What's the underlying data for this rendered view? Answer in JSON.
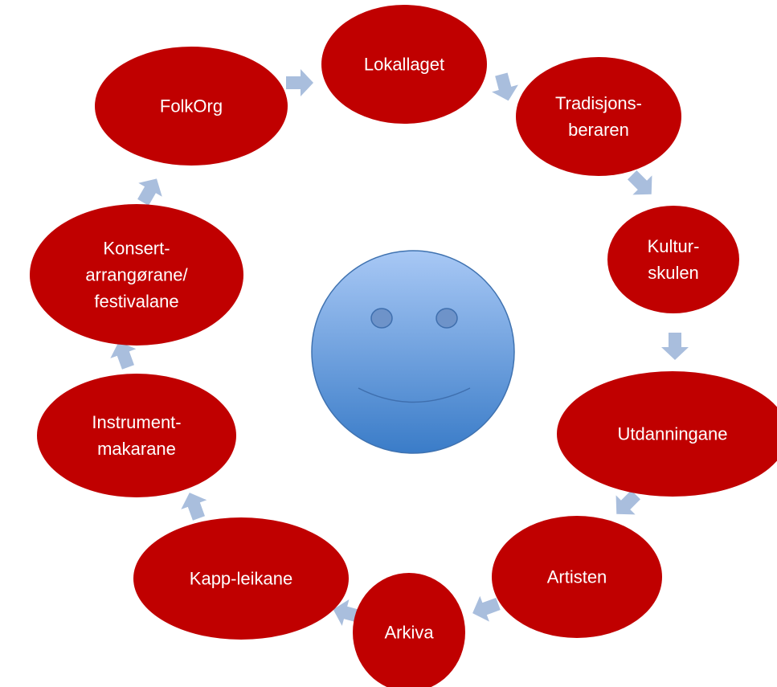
{
  "diagram": {
    "type": "cycle",
    "nodes": [
      {
        "id": "lokallaget",
        "lines": [
          "Lokallaget"
        ]
      },
      {
        "id": "tradisjonsberaren",
        "lines": [
          "Tradisjons-",
          "beraren"
        ]
      },
      {
        "id": "kulturskulen",
        "lines": [
          "Kultur-",
          "skulen"
        ]
      },
      {
        "id": "utdanningane",
        "lines": [
          "Utdanningane"
        ]
      },
      {
        "id": "artisten",
        "lines": [
          "Artisten"
        ]
      },
      {
        "id": "arkiva",
        "lines": [
          "Arkiva"
        ]
      },
      {
        "id": "kapp-leikane",
        "lines": [
          "Kapp-leikane"
        ]
      },
      {
        "id": "instrumentmakarane",
        "lines": [
          "Instrument-",
          "makarane"
        ]
      },
      {
        "id": "konsertarrangorane",
        "lines": [
          "Konsert-",
          "arrangørane/",
          "festivalane"
        ]
      },
      {
        "id": "folkorg",
        "lines": [
          "FolkOrg"
        ]
      }
    ],
    "edges": [
      [
        "folkorg",
        "lokallaget"
      ],
      [
        "lokallaget",
        "tradisjonsberaren"
      ],
      [
        "tradisjonsberaren",
        "kulturskulen"
      ],
      [
        "kulturskulen",
        "utdanningane"
      ],
      [
        "utdanningane",
        "artisten"
      ],
      [
        "artisten",
        "arkiva"
      ],
      [
        "arkiva",
        "kapp-leikane"
      ],
      [
        "kapp-leikane",
        "instrumentmakarane"
      ],
      [
        "instrumentmakarane",
        "konsertarrangorane"
      ],
      [
        "konsertarrangorane",
        "folkorg"
      ]
    ],
    "center": {
      "type": "smiley-face"
    },
    "colors": {
      "node_fill": "#C00000",
      "node_text": "#FFFFFF",
      "arrow": "#A9BEDD",
      "face_light": "#A8C8F5",
      "face_dark": "#3A7CC8"
    }
  }
}
